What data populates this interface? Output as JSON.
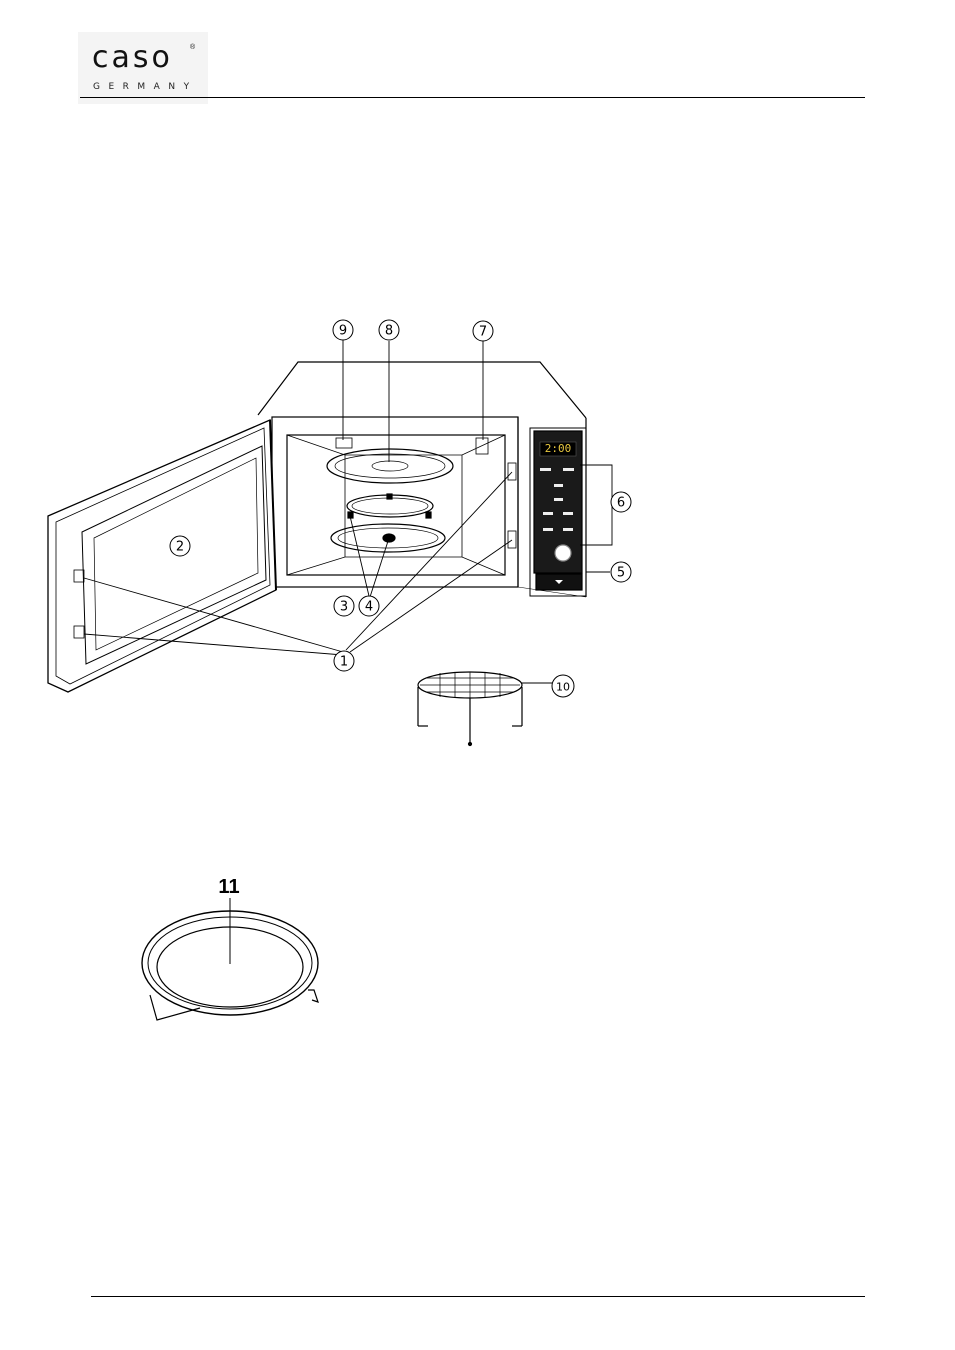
{
  "header": {
    "logo_word": "caso",
    "logo_mark": "®",
    "logo_sub": "GERMANY"
  },
  "figure": {
    "labels": {
      "c1": "1",
      "c2": "2",
      "c3": "3",
      "c4": "4",
      "c5": "5",
      "c6": "6",
      "c7": "7",
      "c8": "8",
      "c9": "9",
      "c10": "10"
    },
    "display_value": "2:00",
    "part11_label": "11"
  }
}
